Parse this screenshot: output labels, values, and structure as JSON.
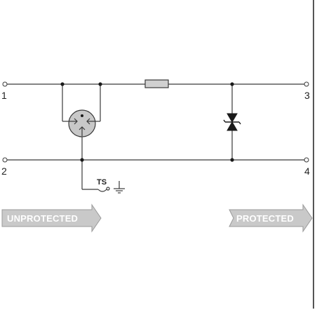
{
  "terminals": {
    "t1": "1",
    "t2": "2",
    "t3": "3",
    "t4": "4"
  },
  "ts_label": "TS",
  "unprotected_label": "UNPROTECTED",
  "protected_label": "PROTECTED",
  "colors": {
    "wire": "#3a3a3a",
    "arrow_fill": "#c9c9c9",
    "arrow_stroke": "#9a9a9a",
    "gdt_fill": "#c8c8c8",
    "right_rule": "#555555"
  },
  "icons": [
    "ground-icon",
    "gas-discharge-tube-icon",
    "tvs-diode-icon",
    "resistor-icon"
  ]
}
